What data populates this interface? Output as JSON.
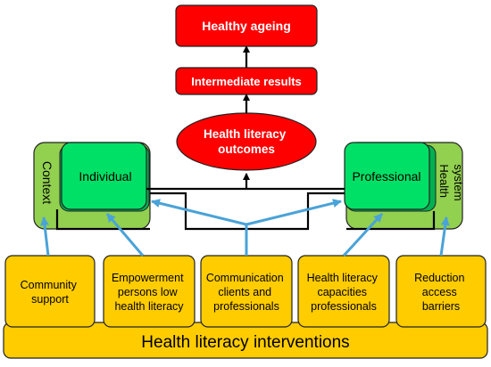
{
  "colors": {
    "red_box": "#ff0000",
    "green_outer": "#92d050",
    "green_inner": "#00e066",
    "yellow": "#ffcc00",
    "arrow_blue": "#4aa3d8",
    "line_dark": "#000000"
  },
  "top": {
    "healthy_ageing": "Healthy ageing",
    "intermediate_results": "Intermediate results",
    "outcomes_line1": "Health literacy",
    "outcomes_line2": "outcomes"
  },
  "left_group": {
    "context": "Context",
    "individual": "Individual"
  },
  "right_group": {
    "professional": "Professional",
    "health_system_line1": "Health",
    "health_system_line2": "system"
  },
  "interventions": {
    "title": "Health literacy interventions",
    "boxes": [
      {
        "lines": [
          "Community",
          "support"
        ]
      },
      {
        "lines": [
          "Empowerment",
          "persons low",
          "health literacy"
        ]
      },
      {
        "lines": [
          "Communication",
          "clients and",
          "professionals"
        ]
      },
      {
        "lines": [
          "Health literacy",
          "capacities",
          "professionals"
        ]
      },
      {
        "lines": [
          "Reduction",
          "access",
          "barriers"
        ]
      }
    ]
  }
}
